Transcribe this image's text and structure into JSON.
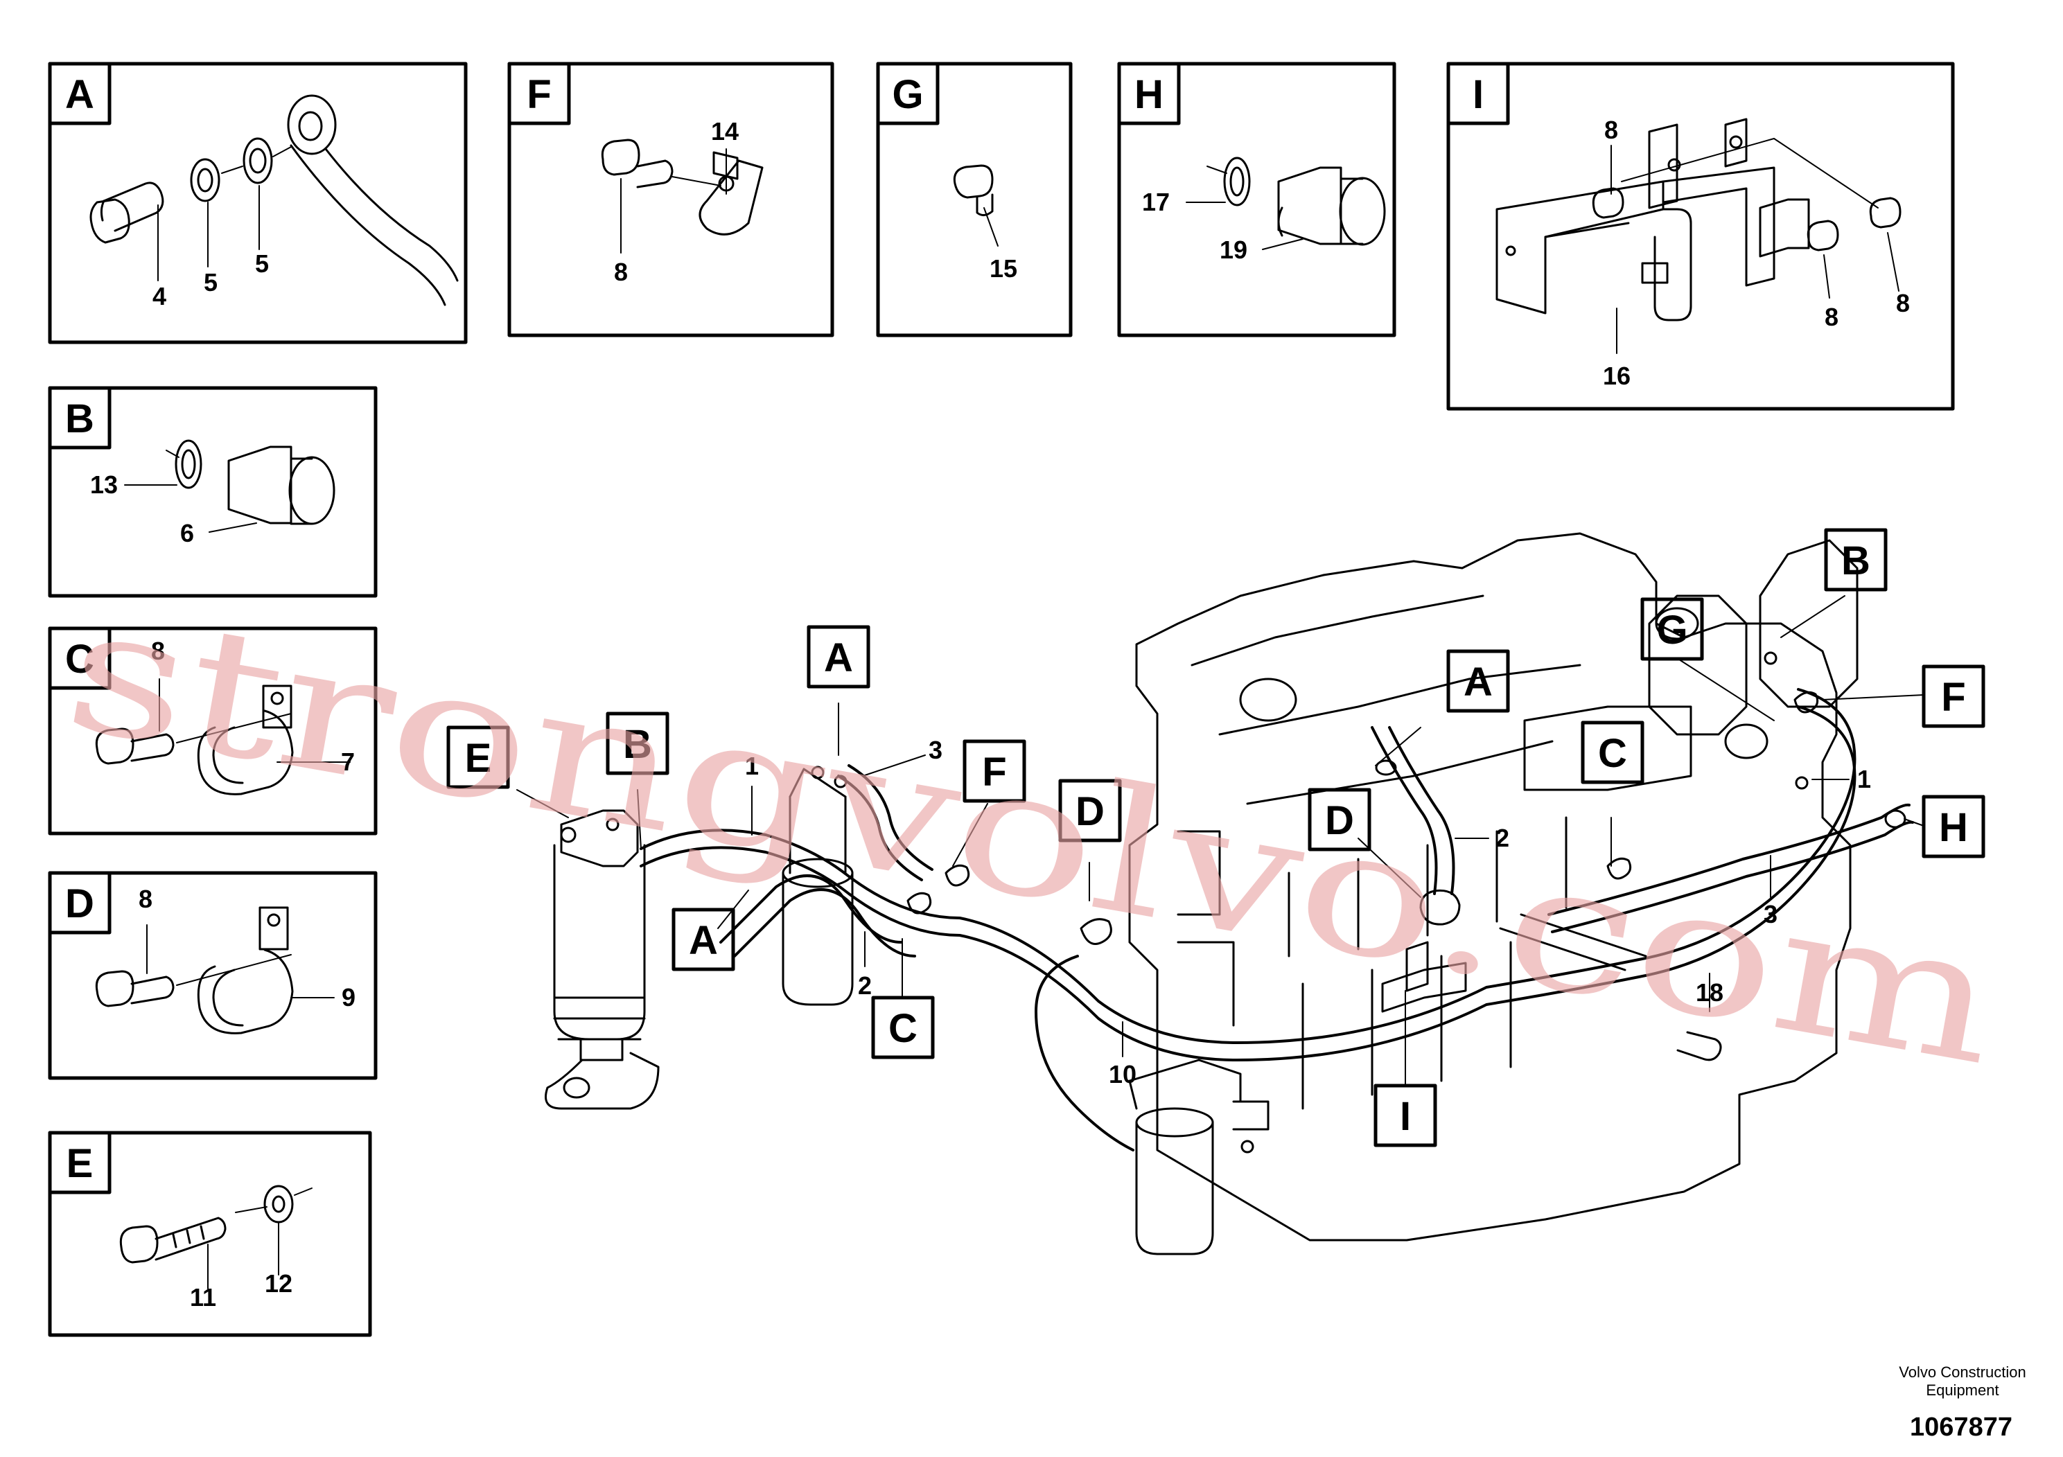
{
  "detail_panels": [
    {
      "letter": "A",
      "parts": [
        "4",
        "5",
        "5"
      ]
    },
    {
      "letter": "F",
      "parts": [
        "14",
        "8"
      ]
    },
    {
      "letter": "G",
      "parts": [
        "15"
      ]
    },
    {
      "letter": "H",
      "parts": [
        "17",
        "19"
      ]
    },
    {
      "letter": "I",
      "parts": [
        "8",
        "8",
        "8",
        "16"
      ]
    },
    {
      "letter": "B",
      "parts": [
        "13",
        "6"
      ]
    },
    {
      "letter": "C",
      "parts": [
        "8",
        "7"
      ]
    },
    {
      "letter": "D",
      "parts": [
        "8",
        "9"
      ]
    },
    {
      "letter": "E",
      "parts": [
        "11",
        "12"
      ]
    }
  ],
  "main_callouts": [
    "E",
    "B",
    "A",
    "F",
    "D",
    "A",
    "C",
    "D",
    "A",
    "C",
    "G",
    "B",
    "F",
    "H",
    "I"
  ],
  "main_part_numbers": [
    "1",
    "3",
    "2",
    "10",
    "2",
    "1",
    "3",
    "18"
  ],
  "watermark": "strongvolvo.com",
  "footer": {
    "company_line1": "Volvo Construction",
    "company_line2": "Equipment",
    "drawing_number": "1067877"
  },
  "colors": {
    "line": "#000000",
    "watermark": "#e9a3a3",
    "background": "#ffffff"
  }
}
